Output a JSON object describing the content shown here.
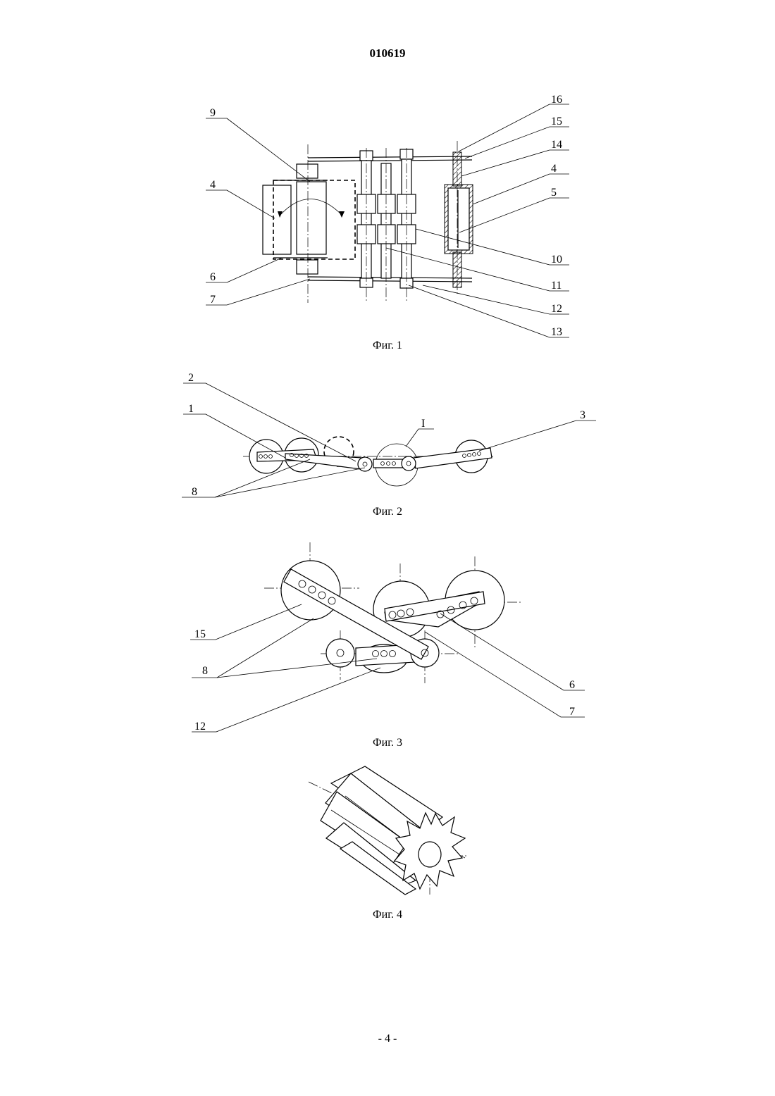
{
  "document": {
    "number": "010619",
    "page": "- 4 -"
  },
  "figures": [
    {
      "id": "fig1",
      "caption": "Фиг. 1",
      "labels": [
        "16",
        "15",
        "14",
        "4",
        "5",
        "10",
        "11",
        "12",
        "13",
        "9",
        "4",
        "6",
        "7"
      ]
    },
    {
      "id": "fig2",
      "caption": "Фиг. 2",
      "labels": [
        "2",
        "1",
        "I",
        "3",
        "8"
      ]
    },
    {
      "id": "fig3",
      "caption": "Фиг. 3",
      "labels": [
        "15",
        "8",
        "12",
        "6",
        "7"
      ]
    },
    {
      "id": "fig4",
      "caption": "Фиг. 4",
      "labels": []
    }
  ]
}
